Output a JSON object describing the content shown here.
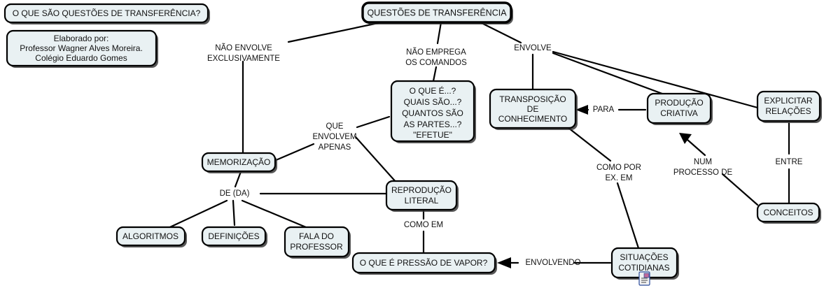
{
  "title": "Mapa conceitual - Questões de Transferência",
  "colors": {
    "node_fill": "#e9f1f3",
    "node_stroke": "#000000",
    "shadow": "#3a3a3a",
    "text": "#111111",
    "icon_border": "#2a4b9b",
    "canvas_bg": "#ffffff"
  },
  "nodes": {
    "question_title": {
      "lines": [
        "O QUE SÃO QUESTÕES DE TRANSFERÊNCIA?"
      ]
    },
    "author": {
      "lines": [
        "Elaborado por:",
        "Professor Wagner Alves Moreira.",
        "Colégio Eduardo Gomes"
      ]
    },
    "root": {
      "lines": [
        "QUESTÕES DE TRANSFERÊNCIA"
      ]
    },
    "commands_box": {
      "lines": [
        "O QUE É...?",
        "QUAIS SÃO...?",
        "QUANTOS SÃO",
        "AS PARTES...?",
        "\"EFETUE\""
      ]
    },
    "transposicao": {
      "lines": [
        "TRANSPOSIÇÃO",
        "DE",
        "CONHECIMENTO"
      ]
    },
    "producao": {
      "lines": [
        "PRODUÇÃO",
        "CRIATIVA"
      ]
    },
    "explicitar": {
      "lines": [
        "EXPLICITAR",
        "RELAÇÕES"
      ]
    },
    "conceitos": {
      "lines": [
        "CONCEITOS"
      ]
    },
    "memorizacao": {
      "lines": [
        "MEMORIZAÇÃO"
      ]
    },
    "reproducao": {
      "lines": [
        "REPRODUÇÃO",
        "LITERAL"
      ]
    },
    "algoritmos": {
      "lines": [
        "ALGORITMOS"
      ]
    },
    "definicoes": {
      "lines": [
        "DEFINIÇÕES"
      ]
    },
    "fala_professor": {
      "lines": [
        "FALA DO",
        "PROFESSOR"
      ]
    },
    "pressao_vapor": {
      "lines": [
        "O QUE É PRESSÃO DE VAPOR?"
      ]
    },
    "situacoes": {
      "lines": [
        "SITUAÇÕES",
        "COTIDIANAS"
      ]
    }
  },
  "edge_labels": {
    "nao_envolve": {
      "lines": [
        "NÃO ENVOLVE",
        "EXCLUSIVAMENTE"
      ]
    },
    "nao_emprega": {
      "lines": [
        "NÃO EMPREGA",
        "OS COMANDOS"
      ]
    },
    "envolve": {
      "lines": [
        "ENVOLVE"
      ]
    },
    "para": {
      "lines": [
        "PARA"
      ]
    },
    "que_envolvem_apenas": {
      "lines": [
        "QUE",
        "ENVOLVEM",
        "APENAS"
      ]
    },
    "de_da": {
      "lines": [
        "DE (DA)"
      ]
    },
    "como_em": {
      "lines": [
        "COMO EM"
      ]
    },
    "como_por_ex_em": {
      "lines": [
        "COMO POR",
        "EX. EM"
      ]
    },
    "num_processo_de": {
      "lines": [
        "NUM",
        "PROCESSO DE"
      ]
    },
    "entre": {
      "lines": [
        "ENTRE"
      ]
    },
    "envolvendo": {
      "lines": [
        "ENVOLVENDO"
      ]
    }
  },
  "icons": {
    "resource_icon": "document-resource-icon"
  }
}
